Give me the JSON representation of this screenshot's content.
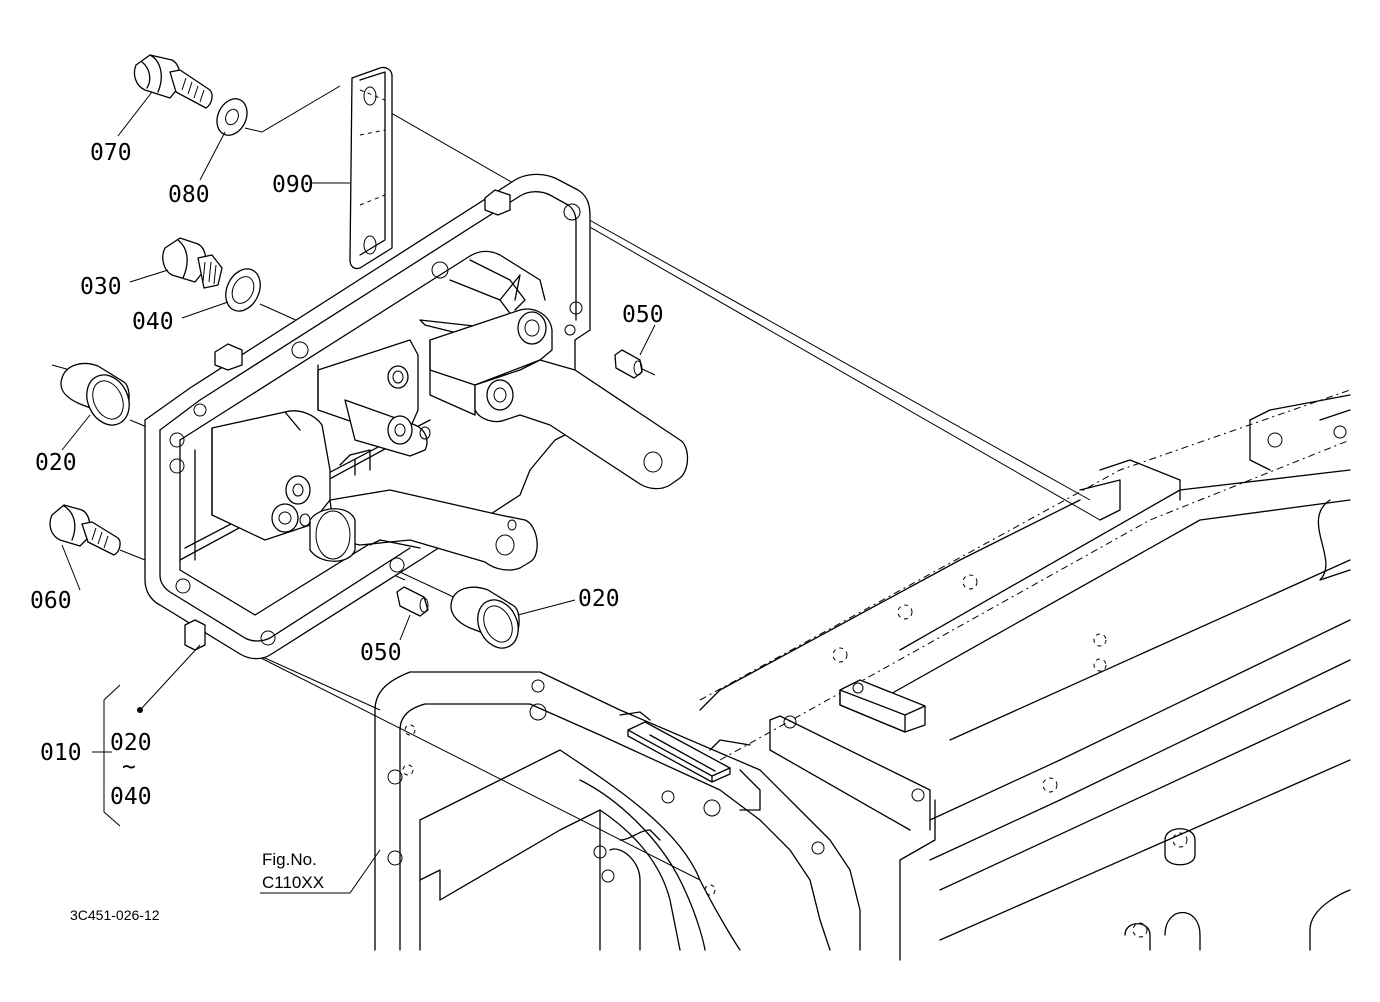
{
  "labels": {
    "p070": "070",
    "p080": "080",
    "p090": "090",
    "p030": "030",
    "p040": "040",
    "p050a": "050",
    "p050b": "050",
    "p020a": "020",
    "p020b": "020",
    "p060": "060",
    "p010": "010",
    "range_from": "020",
    "range_tilde": "~",
    "range_to": "040"
  },
  "figure_ref": {
    "line1": "Fig.No.",
    "line2": "C110XX"
  },
  "drawing_code": "3C451-026-12"
}
